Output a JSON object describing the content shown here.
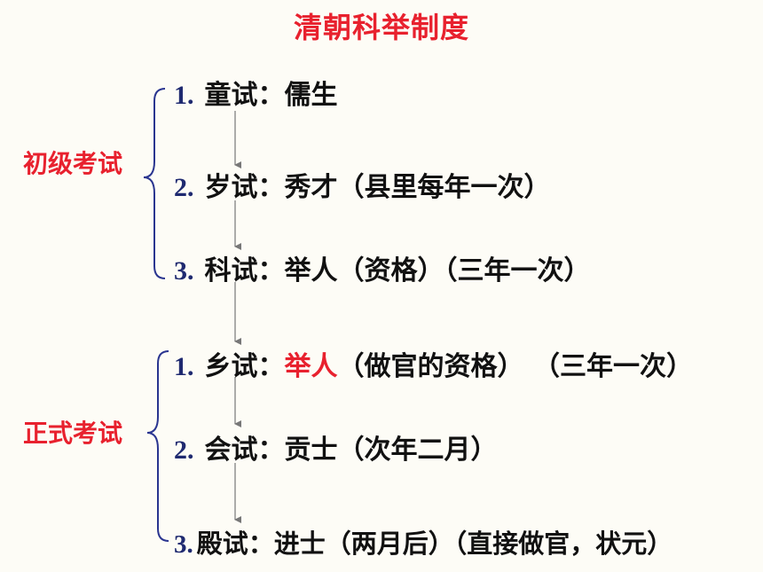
{
  "title": "清朝科举制度",
  "groups": [
    {
      "label": "初级考试",
      "items": [
        {
          "num": "1.",
          "name": "童试：",
          "rest": "儒生"
        },
        {
          "num": "2.",
          "name": "岁试：",
          "rest": "秀才（县里每年一次）"
        },
        {
          "num": "3.",
          "name": "科试：",
          "rest": "举人（资格）（三年一次）"
        }
      ]
    },
    {
      "label": "正式考试",
      "items": [
        {
          "num": "1.",
          "name": "乡试：",
          "highlight": "举人",
          "rest": "（做官的资格） （三年一次）"
        },
        {
          "num": "2.",
          "name": "会试：",
          "rest": "贡士（次年二月）"
        },
        {
          "num": "3.",
          "name": "殿试：",
          "rest": "进士（两月后）（直接做官，状元）"
        }
      ]
    }
  ],
  "colors": {
    "accent": "#e8212e",
    "number": "#1f2a70",
    "brace": "#2a3590",
    "arrow": "#777777"
  }
}
